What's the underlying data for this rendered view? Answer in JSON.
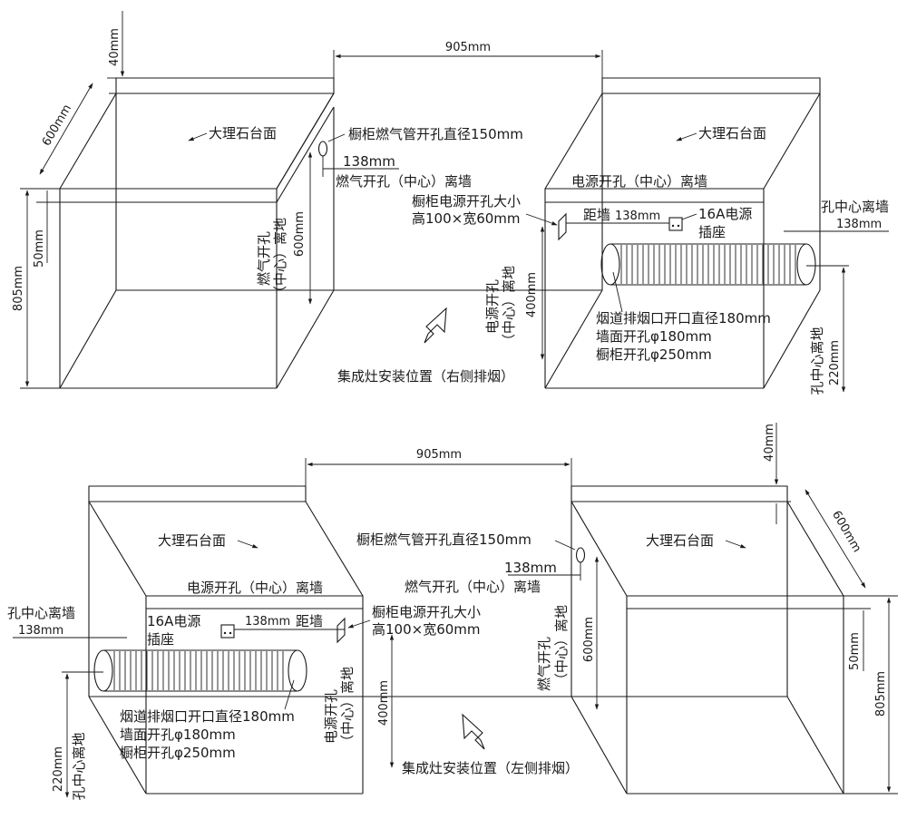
{
  "top": {
    "caption": "集成灶安装位置（右侧排烟）",
    "width": "905mm",
    "top_thickness": "40mm",
    "depth": "600mm",
    "gap_50": "50mm",
    "height": "805mm",
    "marble_left": "大理石台面",
    "marble_right": "大理石台面",
    "gas_hole": "橱柜燃气管开孔直径150mm",
    "gas_wall_dist": "138mm",
    "gas_wall_label": "燃气开孔（中心）离墙",
    "gas_floor_label_1": "燃气开孔",
    "gas_floor_label_2": "（中心）离地",
    "gas_floor_value": "600mm",
    "power_hole_1": "橱柜电源开孔大小",
    "power_hole_2": "高100×宽60mm",
    "power_wall_label": "电源开孔（中心）离墙",
    "dist_prefix": "距墙",
    "power_wall_dist": "138mm",
    "socket_1": "16A电源",
    "socket_2": "插座",
    "power_floor_label_1": "电源开孔",
    "power_floor_label_2": "（中心）离地",
    "power_floor_value": "400mm",
    "hole_wall_label": "孔中心离墙",
    "hole_wall_value": "138mm",
    "flue_1": "烟道排烟口开口直径180mm",
    "flue_2": "墙面开孔φ180mm",
    "flue_3": "橱柜开孔φ250mm",
    "hole_floor_label": "孔中心离地",
    "hole_floor_value": "220mm"
  },
  "bottom": {
    "caption": "集成灶安装位置（左侧排烟）",
    "width": "905mm",
    "top_thickness": "40mm",
    "depth": "600mm",
    "gap_50": "50mm",
    "height": "805mm",
    "marble_left": "大理石台面",
    "marble_right": "大理石台面",
    "gas_hole": "橱柜燃气管开孔直径150mm",
    "gas_wall_dist": "138mm",
    "gas_wall_label": "燃气开孔（中心）离墙",
    "gas_floor_label_1": "燃气开孔",
    "gas_floor_label_2": "（中心）离地",
    "gas_floor_value": "600mm",
    "power_hole_1": "橱柜电源开孔大小",
    "power_hole_2": "高100×宽60mm",
    "power_wall_label": "电源开孔（中心）离墙",
    "dist_prefix": "距墙",
    "power_wall_dist": "138mm",
    "socket_1": "16A电源",
    "socket_2": "插座",
    "power_floor_label_1": "电源开孔",
    "power_floor_label_2": "（中心）离地",
    "power_floor_value": "400mm",
    "hole_wall_label": "孔中心离墙",
    "hole_wall_value": "138mm",
    "flue_1": "烟道排烟口开口直径180mm",
    "flue_2": "墙面开孔φ180mm",
    "flue_3": "橱柜开孔φ250mm",
    "hole_floor_label": "孔中心离地",
    "hole_floor_value": "220mm"
  }
}
